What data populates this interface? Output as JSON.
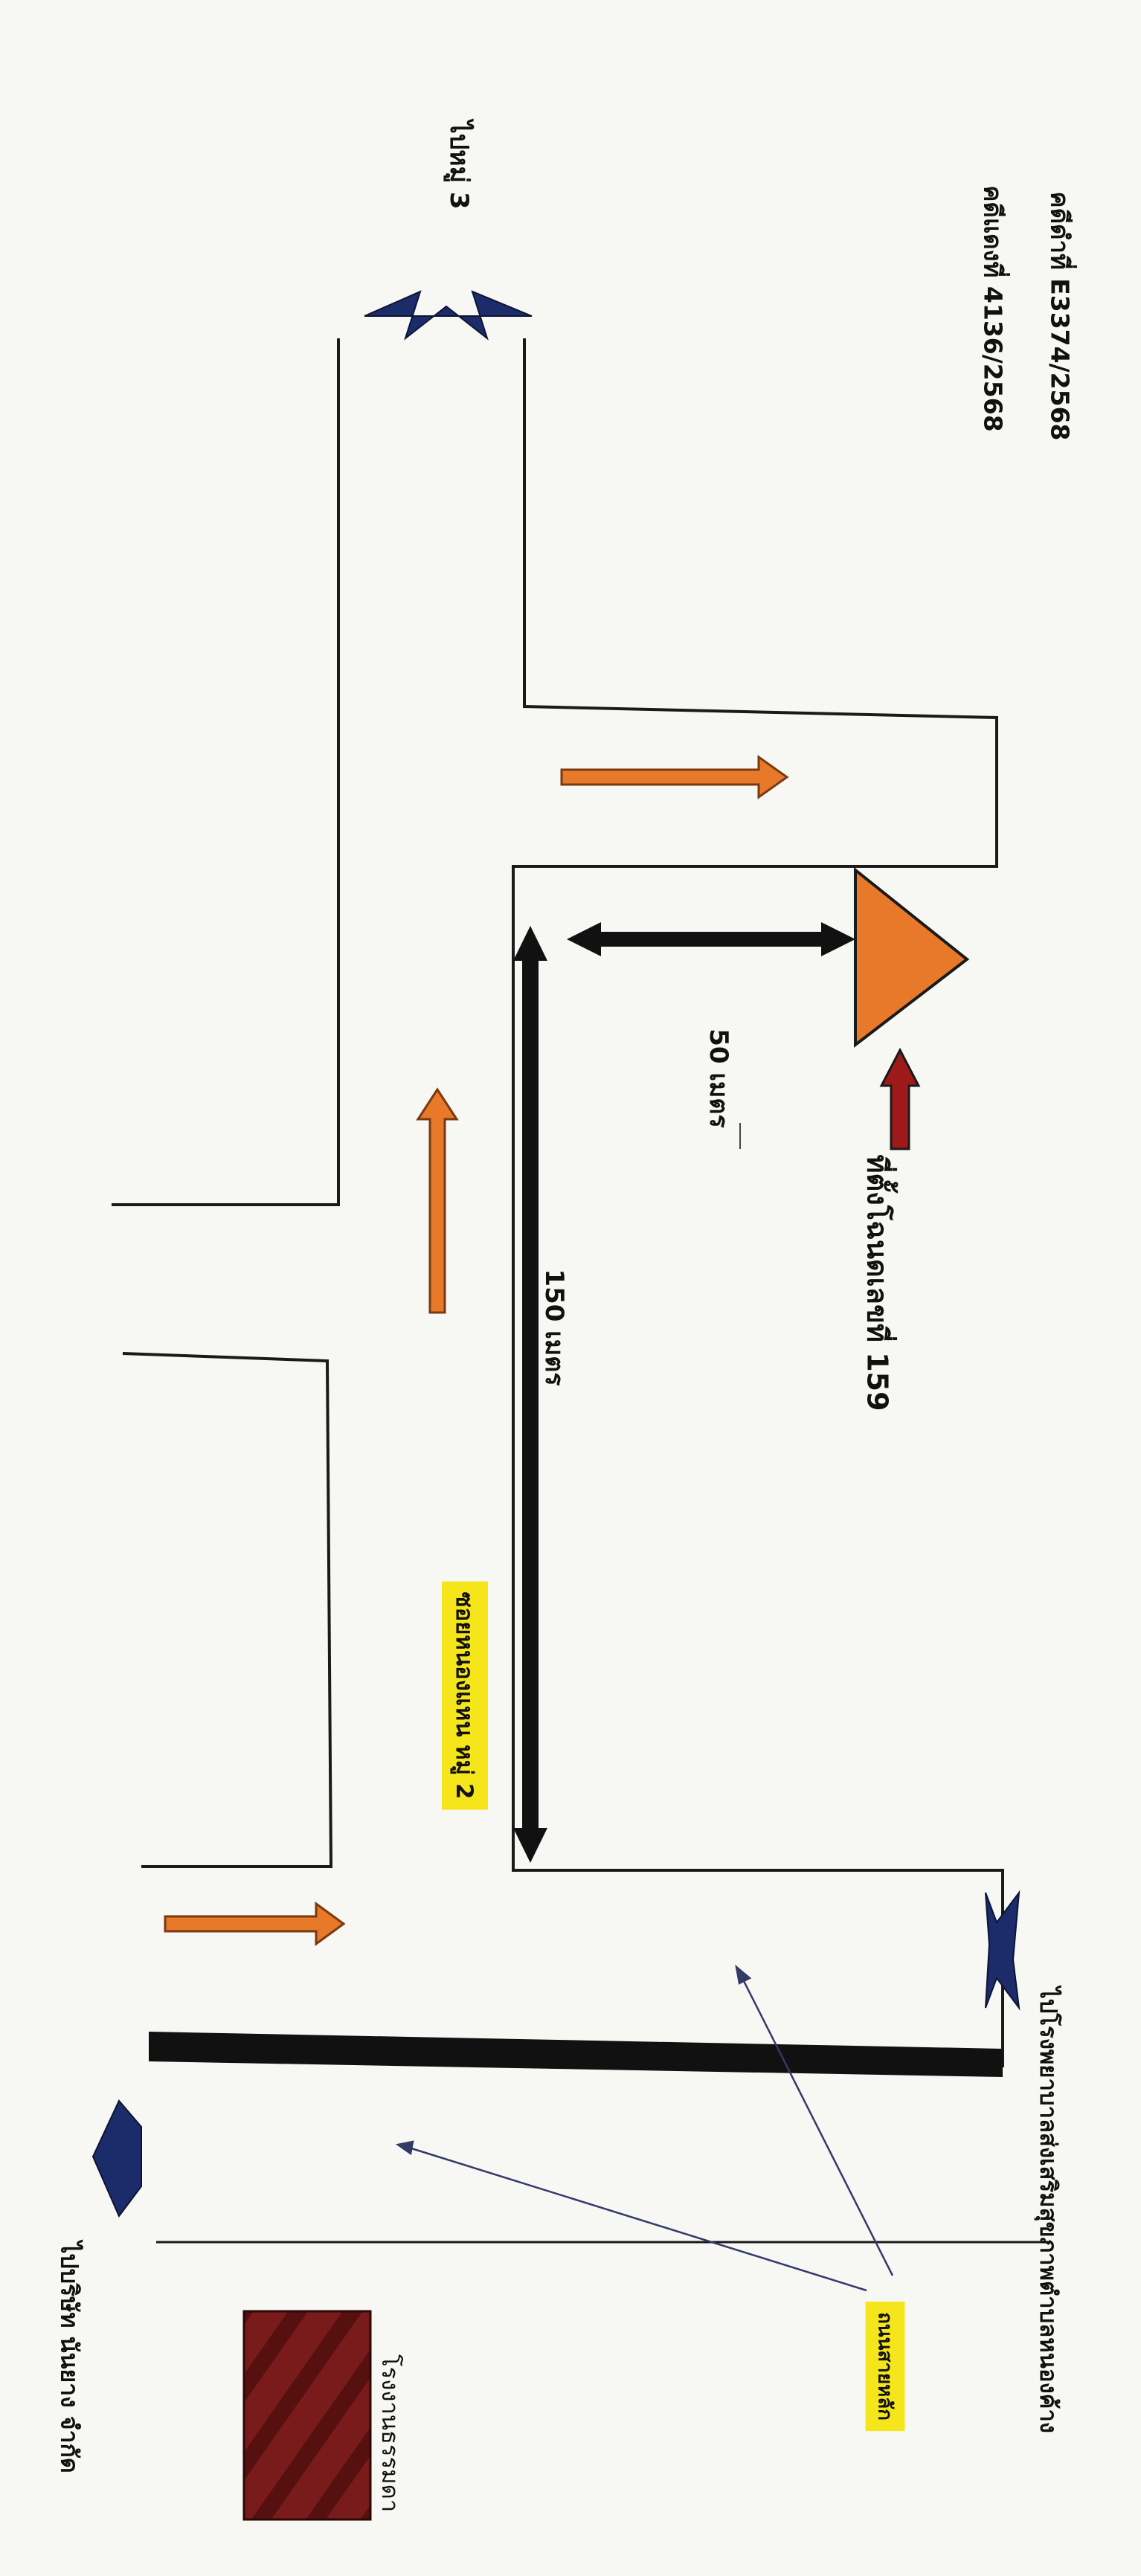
{
  "case": {
    "black_case": "คดีดำที่ E3374/2568",
    "red_case": "คดีแดงที่ 4136/2568"
  },
  "labels": {
    "to_moo3": "ไปหมู่ 3",
    "site": "ที่ตั้งโฉนดเลขที่ 159",
    "dist_50": "50 เมตร",
    "dist_150": "150 เมตร",
    "soi": "ซอยหนองแหน หมู่ 2",
    "to_hospital": "ไปโรงพยาบาลส่งเสริมสุขภาพตำบลหนองค้าง",
    "to_company": "ไปบริษัท นันยาง จำกัด",
    "main_road": "ถนนสายหลัก",
    "factory": "โรงงานธรรมดา"
  },
  "colors": {
    "road_line": "#1a1a1a",
    "orange_arrow": "#e8782a",
    "navy_arrow": "#1c2c6b",
    "site_marker": "#e8782a",
    "pointer_arrow": "#9e1a1a",
    "highlight": "#f5e61c",
    "factory_block": "#6e1717"
  }
}
